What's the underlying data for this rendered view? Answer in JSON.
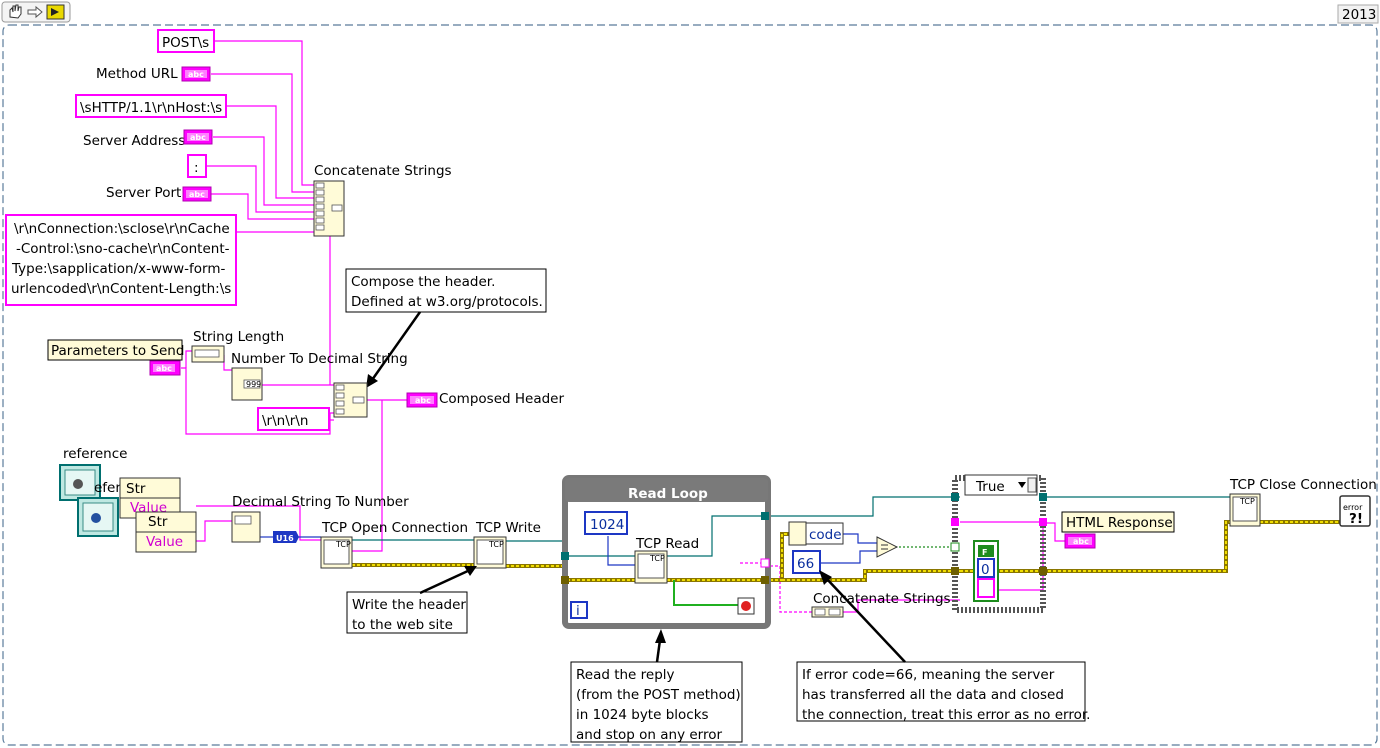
{
  "toolbar": {
    "year": "2013"
  },
  "constants": {
    "post": "POST\\s",
    "http_host": "\\sHTTP/1.1\\r\\nHost:\\s",
    "colon": ":",
    "conn_lines": [
      "\\r\\nConnection:\\sclose\\r\\nCache",
      "-Control:\\sno-cache\\r\\nContent-",
      "Type:\\sapplication/x-www-form-",
      "urlencoded\\r\\nContent-Length:\\s"
    ],
    "crlf": "\\r\\n\\r\\n",
    "block_size": "1024",
    "error_code": "66"
  },
  "labels": {
    "method_url": "Method URL",
    "server_address": "Server Address",
    "server_port": "Server Port",
    "concat_1": "Concatenate Strings",
    "parameters": "Parameters to Send",
    "string_length": "String Length",
    "num_to_dec": "Number To Decimal String",
    "composed_header": "Composed Header",
    "reference": "reference",
    "reference_overlap": "eferen",
    "dec_to_num": "Decimal String To Number",
    "tcp_open": "TCP Open Connection",
    "tcp_write": "TCP Write",
    "read_loop": "Read Loop",
    "tcp_read": "TCP Read",
    "concat_2": "Concatenate Strings",
    "code": "code",
    "html_response": "HTML Response",
    "tcp_close": "TCP Close Connection",
    "case_true": "True",
    "str": "Str",
    "value": "Value",
    "u16": "U16",
    "abc": "abc",
    "tcp": "TCP",
    "loop_i": "i",
    "bool_f": "F",
    "zero": "0",
    "error": "error",
    "num999": "999"
  },
  "notes": {
    "compose": [
      "Compose the header.",
      "Defined at w3.org/protocols."
    ],
    "write": [
      "Write the header",
      "to the web site"
    ],
    "read": [
      "Read the reply",
      "(from the POST method)",
      "in 1024 byte blocks",
      "and stop on any error"
    ],
    "error": [
      "If error code=66, meaning the server",
      "has transferred all the data and closed",
      "the connection, treat this error as no error."
    ]
  },
  "colors": {
    "string_wire": "#ff00ff",
    "error_wire": "#b8a000",
    "ref_wire": "#006f6f",
    "int_wire": "#1d37c4",
    "bool_wire": "#1d8c1d"
  }
}
